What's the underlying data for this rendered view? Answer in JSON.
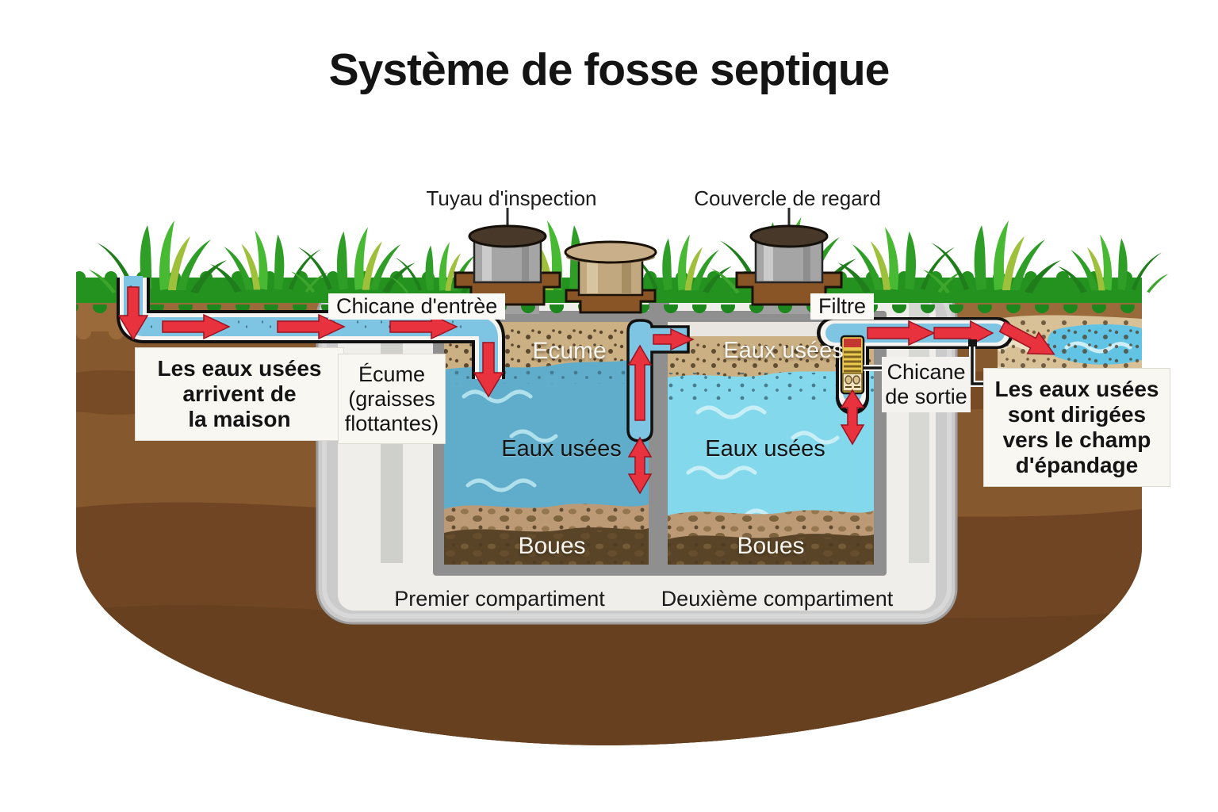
{
  "title": "Système de fosse septique",
  "callouts": {
    "inspection_pipe": "Tuyau d'inspection",
    "manhole_cover": "Couvercle de regard",
    "inlet_baffle": "Chicane d'entrèe",
    "filter": "Filtre",
    "outlet_baffle": "Chicane\nde sortie",
    "influent": "Les eaux usées\narrivent de\nla maison",
    "scum_note": "Écume\n(graisses\nflottantes)",
    "effluent": "Les eaux usées\nsont dirigées\nvers le champ\nd'épandage"
  },
  "tank": {
    "compartment1": {
      "name": "Premier compartiment",
      "scum": "Ecume",
      "water": "Eaux usées",
      "sludge": "Boues"
    },
    "compartment2": {
      "name": "Deuxième compartiment",
      "scum": "Eaux usées",
      "water": "Eaux usées",
      "sludge": "Boues"
    }
  },
  "colors": {
    "grass": "#23921f",
    "soil": "#85582d",
    "soil_dark": "#6f4523",
    "tank_shell": "#cbcbcb",
    "tank_inner": "#efeeea",
    "tank_wall": "#8f8f8f",
    "water_compartment1": "#5fadca",
    "water_compartment2": "#84d8ec",
    "scum": "#cbb083",
    "sludge": "#594428",
    "pipe_blue": "#7ec5e3",
    "arrow_red": "#e8333f",
    "filter_yellow": "#ecc94f",
    "label_background": "#f8f7f2"
  }
}
